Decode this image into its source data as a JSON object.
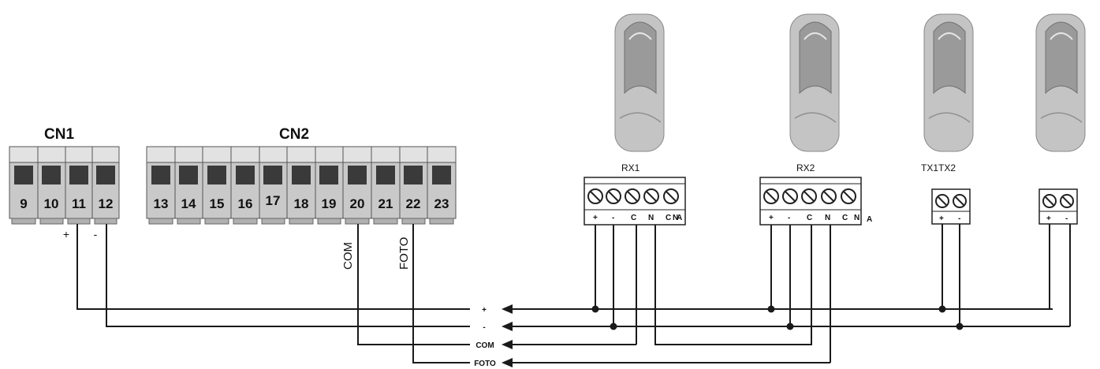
{
  "connectors": {
    "cn1": {
      "title": "CN1",
      "terminals": [
        "9",
        "10",
        "11",
        "12"
      ]
    },
    "cn2": {
      "title": "CN2",
      "terminals": [
        "13",
        "14",
        "15",
        "16",
        "17",
        "18",
        "19",
        "20",
        "21",
        "22",
        "23"
      ]
    }
  },
  "cn1_signs": {
    "plus": "+",
    "minus": "-"
  },
  "cn2_wire_labels": {
    "com": "COM",
    "foto": "FOTO"
  },
  "devices": {
    "rx1": {
      "label": "RX1",
      "terminals": [
        "+",
        "-",
        "C",
        "N",
        "C",
        "N",
        "A"
      ]
    },
    "rx2": {
      "label": "RX2",
      "terminals": [
        "+",
        "-",
        "C",
        "N",
        "C",
        "N",
        "A"
      ]
    },
    "tx": {
      "label": "TX1TX2",
      "terminals": [
        "+",
        "-"
      ]
    },
    "tx2": {
      "terminals": [
        "+",
        "-"
      ]
    }
  },
  "bus_labels": {
    "plus": "+",
    "minus": "-",
    "com": "COM",
    "foto": "FOTO"
  },
  "colors": {
    "line": "#1a1a1a",
    "terminal_face": "#c8c8c8",
    "terminal_window": "#3a3a3a",
    "sensor_body": "#c4c4c4"
  }
}
